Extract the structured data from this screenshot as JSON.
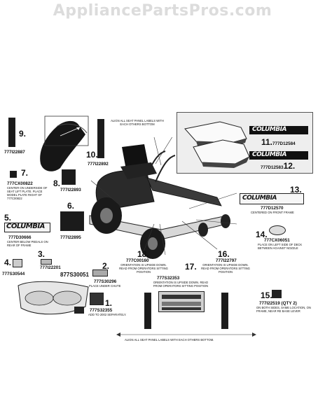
{
  "watermark": "AppliancePartsPros.com",
  "notes": {
    "align_top": "ALIGN ALL SEAT PANEL LABELS WITH EACH OTHERS BOTTOM",
    "align_bottom": "ALIGN ALL SEAT PANEL LABELS WITH EACH OTHERS BOTTOM."
  },
  "brand": "COLUMBIA",
  "decal_777s32353_text": "777S32353",
  "labels": [
    {
      "id": "1",
      "num": "1.",
      "pn": "777S32355",
      "note": "ADD TO 2002 SEPARATELY."
    },
    {
      "id": "2",
      "num": "2.",
      "pn": "777S30296",
      "note": "PLACE UNDER CHUTE"
    },
    {
      "id": "3",
      "num": "3.",
      "pn": "777I22201",
      "note": ""
    },
    {
      "id": "4",
      "num": "4.",
      "pn": "777S30544",
      "note": ""
    },
    {
      "id": "5",
      "num": "5.",
      "pn": "777D30666",
      "note": "CENTER BELOW PEDALS ON REAR OF FRAME"
    },
    {
      "id": "6",
      "num": "6.",
      "pn": "777I22895",
      "note": ""
    },
    {
      "id": "7",
      "num": "7.",
      "pn": "777CX00822",
      "note": "CENTER ON UNDERSIDE OF SEAT LIFT PLATE. PLACE MODEL PLATE RIGHT OF 777C00822"
    },
    {
      "id": "8",
      "num": "8.",
      "pn": "777I22893",
      "note": ""
    },
    {
      "id": "9",
      "num": "9.",
      "pn": "777I22887",
      "note": ""
    },
    {
      "id": "10",
      "num": "10.",
      "pn": "777I22892",
      "note": ""
    },
    {
      "id": "11",
      "num": "11.",
      "pn": "777D12584",
      "note": ""
    },
    {
      "id": "12",
      "num": "12.",
      "pn": "777D12583",
      "note": ""
    },
    {
      "id": "13",
      "num": "13.",
      "pn": "777D12570",
      "note": "CENTERED ON FRONT FRAME"
    },
    {
      "id": "14",
      "num": "14.",
      "pn": "777CX06051",
      "note": "PLACE ON LEFT SIDE OF DECK BETWEEN AGAINST NOZZLE"
    },
    {
      "id": "15",
      "num": "15.",
      "pn": "777I22519 (QTY 2)",
      "note": "ON BOTH SIDES, SAME LOCATION, ON FRAME, NEAR RE BASE LEVER"
    },
    {
      "id": "16",
      "num": "16.",
      "pn": "777I22797",
      "note": "ORIENTATION IS UPSIDE DOWN. READ FROM OPERATORS SITTING POSITION"
    },
    {
      "id": "17",
      "num": "17.",
      "pn": "777S32353",
      "note": "ORIENTATION IS UPSIDE DOWN. READ FROM OPERATORS SITTING POSITION"
    },
    {
      "id": "18",
      "num": "18.",
      "pn": "777C00160",
      "note": "ORIENTATION IS UPSIDE DOWN. READ FROM OPERATORS SITTING POSITION"
    },
    {
      "id": "x",
      "num": "",
      "pn": "877S30051",
      "note": ""
    }
  ]
}
